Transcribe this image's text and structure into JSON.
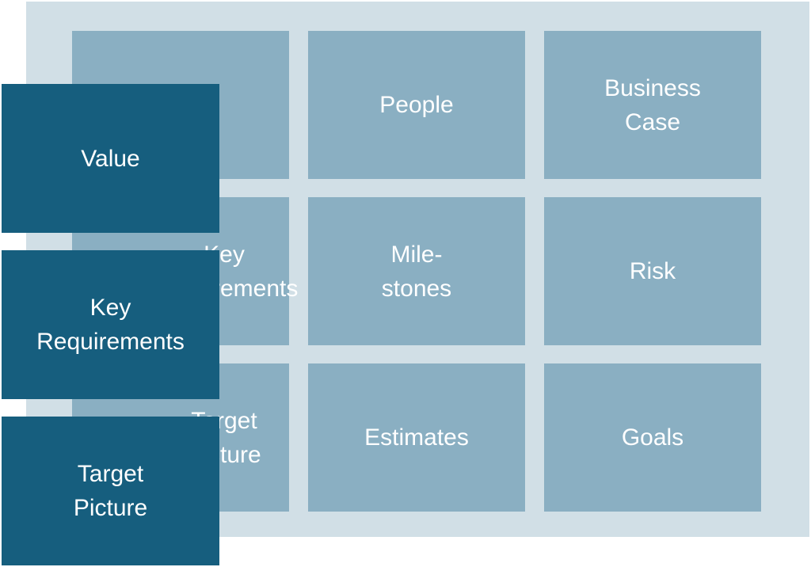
{
  "colors": {
    "board_background": "#d1dfe6",
    "tile_background": "#8aafc2",
    "overlay_background": "#165e7e",
    "text": "#ffffff"
  },
  "grid": {
    "row1": {
      "col1": "",
      "col2": "People",
      "col3": "Business\nCase"
    },
    "row2": {
      "col1": "Key\nRequirements",
      "col2": "Mile-\nstones",
      "col3": "Risk"
    },
    "row3": {
      "col1": "Target\nPicture",
      "col2": "Estimates",
      "col3": "Goals"
    }
  },
  "overlay_cards": [
    {
      "label": "Value"
    },
    {
      "label": "Key\nRequirements"
    },
    {
      "label": "Target\nPicture"
    }
  ]
}
